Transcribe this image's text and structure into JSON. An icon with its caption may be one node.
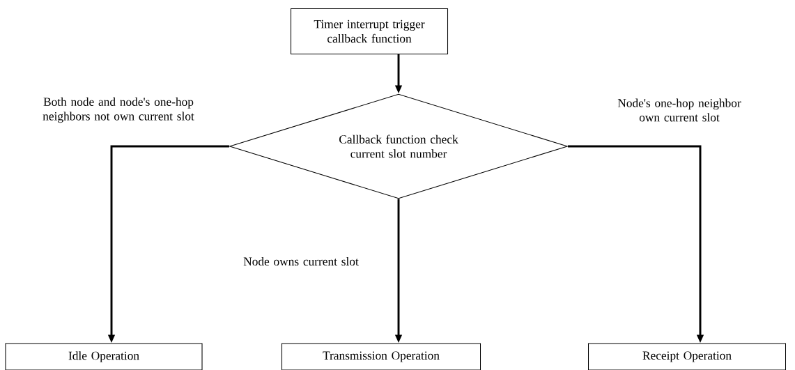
{
  "diagram": {
    "nodes": [
      {
        "text": [
          "Timer interrupt trigger callback function"
        ]
      },
      {
        "text": [
          "Callback function check current slot number"
        ]
      },
      {
        "text": [
          "Idle Operation"
        ]
      },
      {
        "text": [
          "Transmission Operation"
        ]
      },
      {
        "text": [
          "Receipt Operation"
        ]
      }
    ],
    "edges": [
      {
        "from": 0,
        "to": 1,
        "arrow": "to"
      },
      {
        "from": 1,
        "to": 2,
        "arrow": "to",
        "label": "Both node and node's one-hop neighbors not own current slot"
      },
      {
        "from": 1,
        "to": 3,
        "arrow": "to",
        "label": "Node owns current slot"
      },
      {
        "from": 1,
        "to": 4,
        "arrow": "to",
        "label": "Node's one-hop neighbor own current slot"
      }
    ]
  }
}
